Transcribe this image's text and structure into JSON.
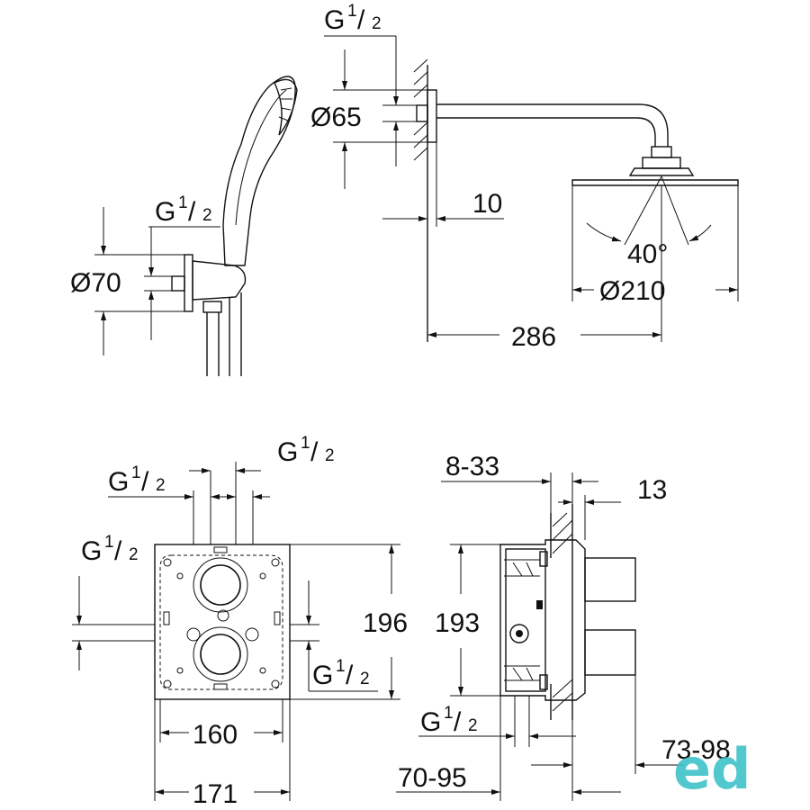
{
  "labels": {
    "g_half": {
      "big": "G",
      "num": "1",
      "den": "2"
    },
    "dia_65": "Ø65",
    "dia_70": "Ø70",
    "dim_10": "10",
    "angle_40": "40°",
    "dia_210": "Ø210",
    "dim_286": "286",
    "dim_8_33": "8-33",
    "dim_13": "13",
    "dim_196": "196",
    "dim_193": "193",
    "dim_160": "160",
    "dim_171": "171",
    "dim_70_95": "70-95",
    "dim_73_98": "73-98"
  },
  "watermark": {
    "text": "ed",
    "color": "#3fc3c8"
  }
}
